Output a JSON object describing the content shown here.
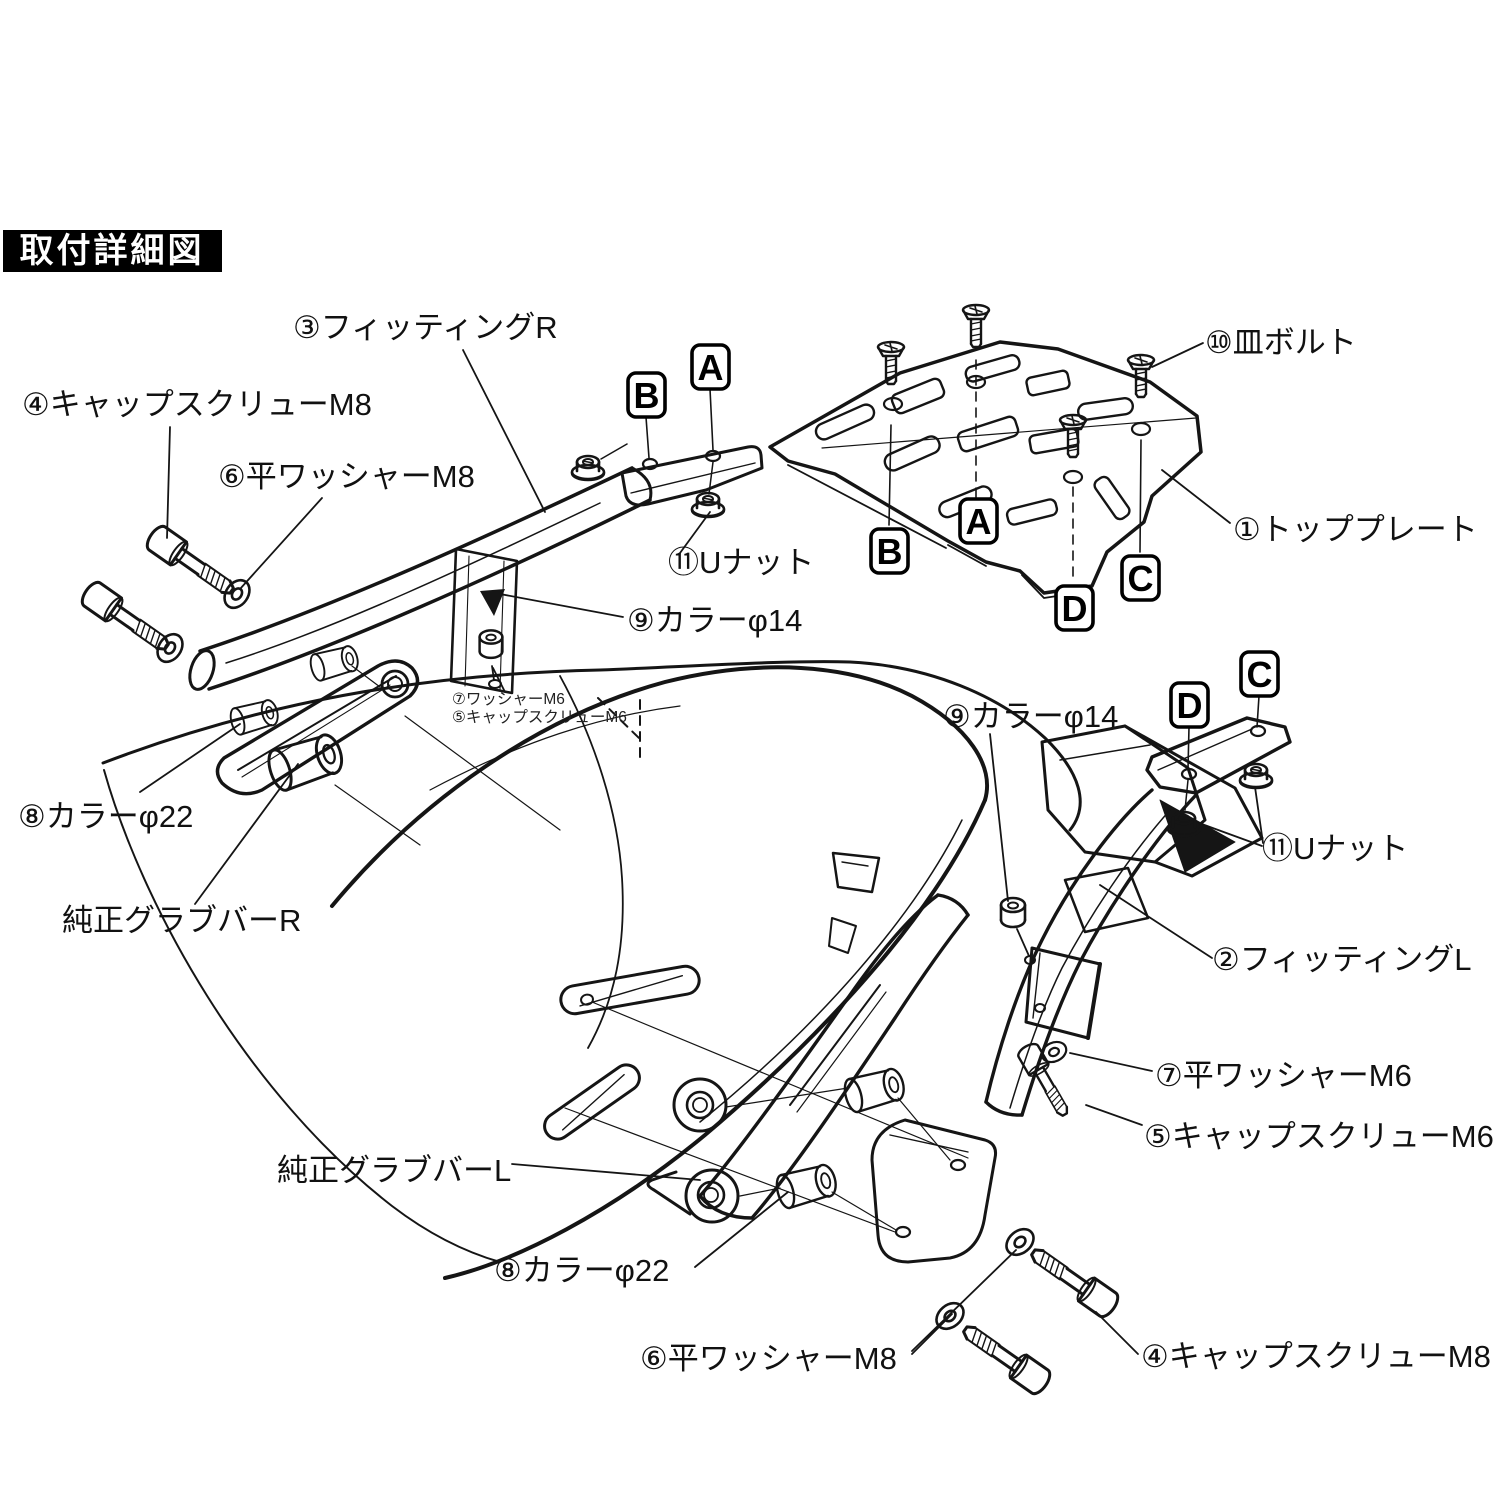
{
  "header": {
    "title": "取付詳細図"
  },
  "connector_markers": {
    "a": "A",
    "b": "B",
    "c": "C",
    "d": "D"
  },
  "callouts": {
    "top_plate": "①トッププレート",
    "fitting_l": "②フィッティングL",
    "fitting_r": "③フィッティングR",
    "cap_screw_m8_left": "④キャップスクリューM8",
    "cap_screw_m8_bottom": "④キャップスクリューM8",
    "cap_screw_m6": "⑤キャップスクリューM6",
    "flat_washer_m8_left": "⑥平ワッシャーM8",
    "flat_washer_m8_bottom": "⑥平ワッシャーM8",
    "flat_washer_m6": "⑦平ワッシャーM6",
    "collar_22_left": "⑧カラーφ22",
    "collar_22_bottom": "⑧カラーφ22",
    "collar_14_left": "⑨カラーφ14",
    "collar_14_right": "⑨カラーφ14",
    "plate_bolt": "⑩皿ボルト",
    "u_nut_left": "⑪Uナット",
    "u_nut_right": "⑪Uナット",
    "oem_grab_bar_r": "純正グラブバーR",
    "oem_grab_bar_l": "純正グラブバーL",
    "washer_m6_note": "⑦ワッシャーM6",
    "cap_screw_m6_note": "⑤キャップスクリューM6"
  },
  "colors": {
    "ink": "#151515",
    "paper": "#ffffff",
    "header_bg": "#000000",
    "header_fg": "#ffffff"
  }
}
